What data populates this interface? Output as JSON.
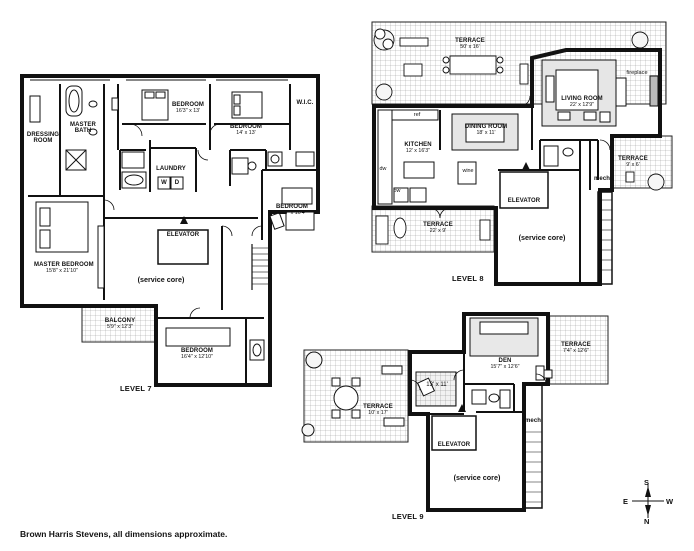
{
  "credit": "Brown Harris Stevens, all dimensions approximate.",
  "levels": {
    "level7": "LEVEL 7",
    "level8": "LEVEL 8",
    "level9": "LEVEL 9"
  },
  "level7": {
    "master_bath": "MASTER BATH",
    "dressing_room": "DRESSING ROOM",
    "bedroom1": {
      "name": "BEDROOM",
      "dims": "16'3\" x 13'"
    },
    "bedroom2": {
      "name": "BEDROOM",
      "dims": "14' x 13'"
    },
    "wic": "W.I.C.",
    "laundry": "LAUNDRY",
    "washer": "W",
    "dryer": "D",
    "master_bedroom": {
      "name": "MASTER BEDROOM",
      "dims": "15'8\" x 21'10\""
    },
    "elevator": "ELEVATOR",
    "service_core": "(service core)",
    "bedroom3": {
      "name": "BEDROOM",
      "dims": "14'3\" x 10'4\""
    },
    "balcony": {
      "name": "BALCONY",
      "dims": "5'9\" x 12'3\""
    },
    "bedroom4": {
      "name": "BEDROOM",
      "dims": "16'4\" x 12'10\""
    }
  },
  "level8": {
    "terrace_top": {
      "name": "TERRACE",
      "dims": "50' x 16'"
    },
    "fireplace": "fireplace",
    "living_room": {
      "name": "LIVING ROOM",
      "dims": "22' x 12'9\""
    },
    "ref": "ref",
    "dining_room": {
      "name": "DINING ROOM",
      "dims": "18' x 11'"
    },
    "kitchen": {
      "name": "KITCHEN",
      "dims": "12' x 16'3\""
    },
    "dw": "dw",
    "ow": "ow",
    "wine": "wine",
    "terrace_right": {
      "name": "TERRACE",
      "dims": "9' x 6'"
    },
    "mech": "mech",
    "elevator": "ELEVATOR",
    "terrace_bottom": {
      "name": "TERRACE",
      "dims": "22' x 9'"
    },
    "service_core": "(service core)"
  },
  "level9": {
    "den": {
      "name": "DEN",
      "dims": "15'7\" x 12'6\""
    },
    "terrace_right": {
      "name": "TERRACE",
      "dims": "7'4\" x 12'6\""
    },
    "room": {
      "dims": "13' x 11'"
    },
    "terrace_left": {
      "name": "TERRACE",
      "dims": "10' x 17'"
    },
    "mech": "mech",
    "elevator": "ELEVATOR",
    "service_core": "(service core)"
  },
  "compass": {
    "n": "N",
    "s": "S",
    "e": "E",
    "w": "W"
  }
}
